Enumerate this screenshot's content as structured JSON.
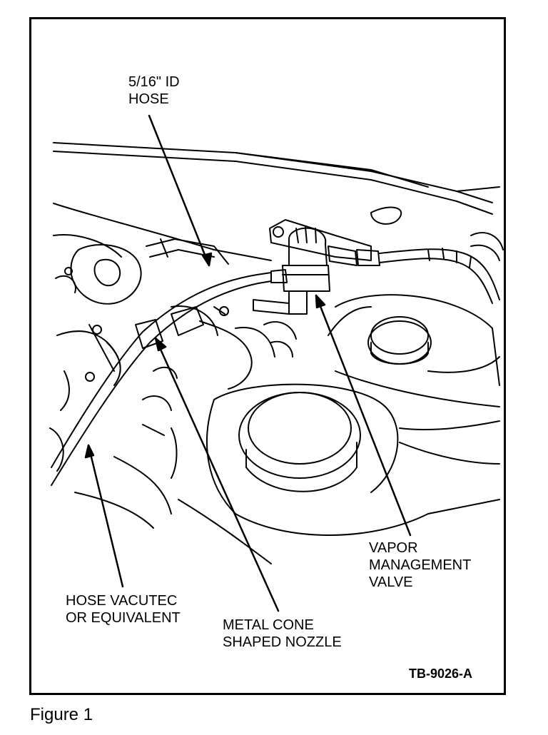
{
  "callouts": {
    "hose_id": [
      "5/16\" ID",
      "HOSE"
    ],
    "vacutec": [
      "HOSE VACUTEC",
      "OR EQUIVALENT"
    ],
    "nozzle": [
      "METAL CONE",
      "SHAPED NOZZLE"
    ],
    "vmv": [
      "VAPOR",
      "MANAGEMENT",
      "VALVE"
    ]
  },
  "figure_code": "TB-9026-A",
  "caption": "Figure 1"
}
